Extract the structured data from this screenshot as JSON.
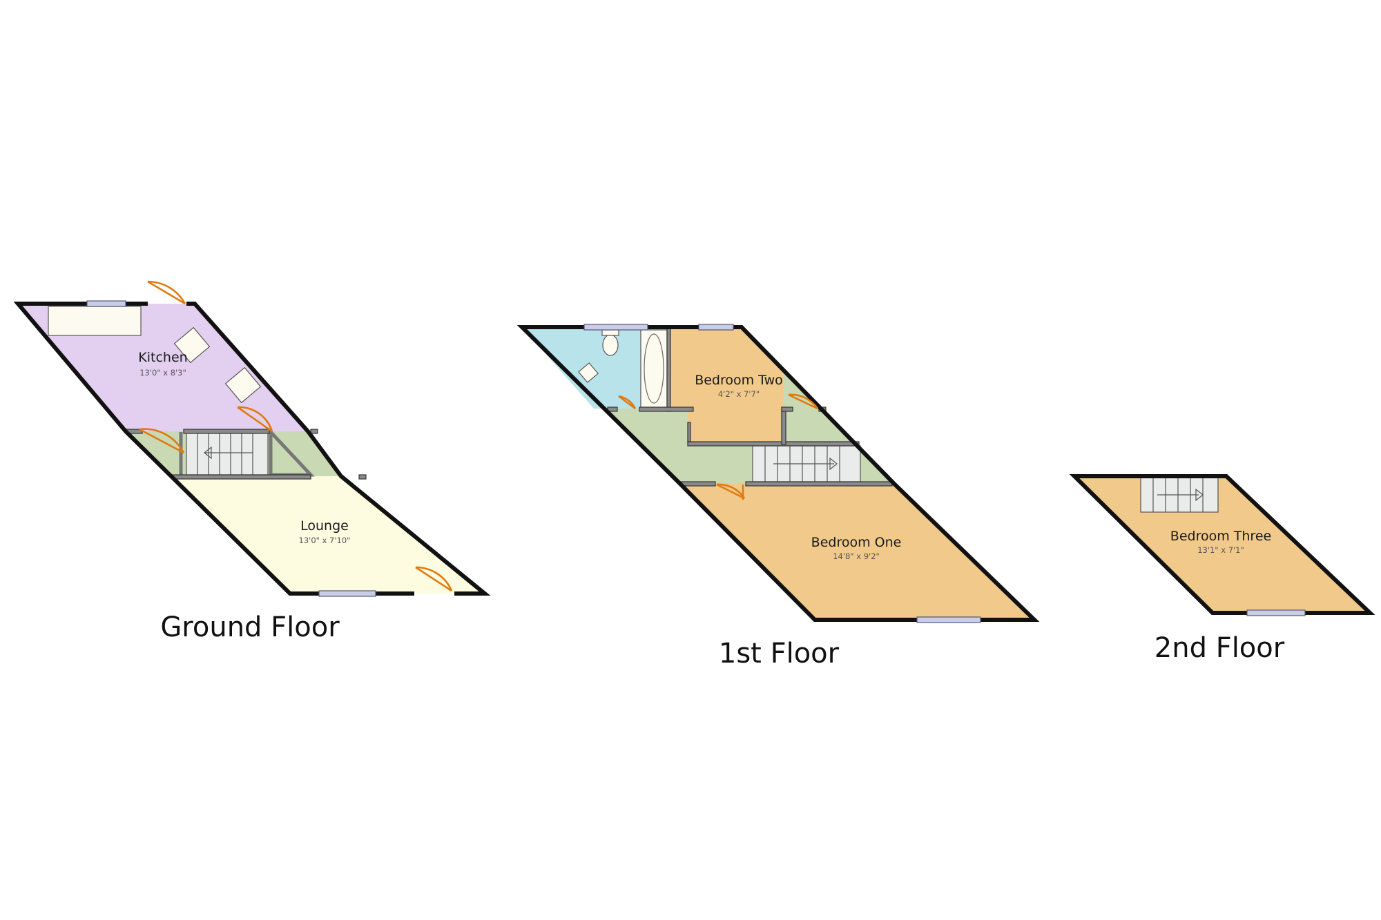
{
  "colors": {
    "kitchen": "#e3d0f0",
    "lounge": "#fdfbe0",
    "hall": "#c8d9b4",
    "bedroom": "#f1c98b",
    "bathroom": "#b8e3ea",
    "wall": "#111111",
    "door": "#e07a10",
    "window": "#c9cde6"
  },
  "floors": [
    {
      "label": "Ground Floor",
      "rooms": [
        {
          "name": "Kitchen",
          "dimensions": "13'0\" x 8'3\""
        },
        {
          "name": "Lounge",
          "dimensions": "13'0\" x 7'10\""
        }
      ]
    },
    {
      "label": "1st Floor",
      "rooms": [
        {
          "name": "Bedroom Two",
          "dimensions": "4'2\" x 7'7\""
        },
        {
          "name": "Bedroom One",
          "dimensions": "14'8\" x 9'2\""
        }
      ]
    },
    {
      "label": "2nd Floor",
      "rooms": [
        {
          "name": "Bedroom Three",
          "dimensions": "13'1\" x 7'1\""
        }
      ]
    }
  ]
}
